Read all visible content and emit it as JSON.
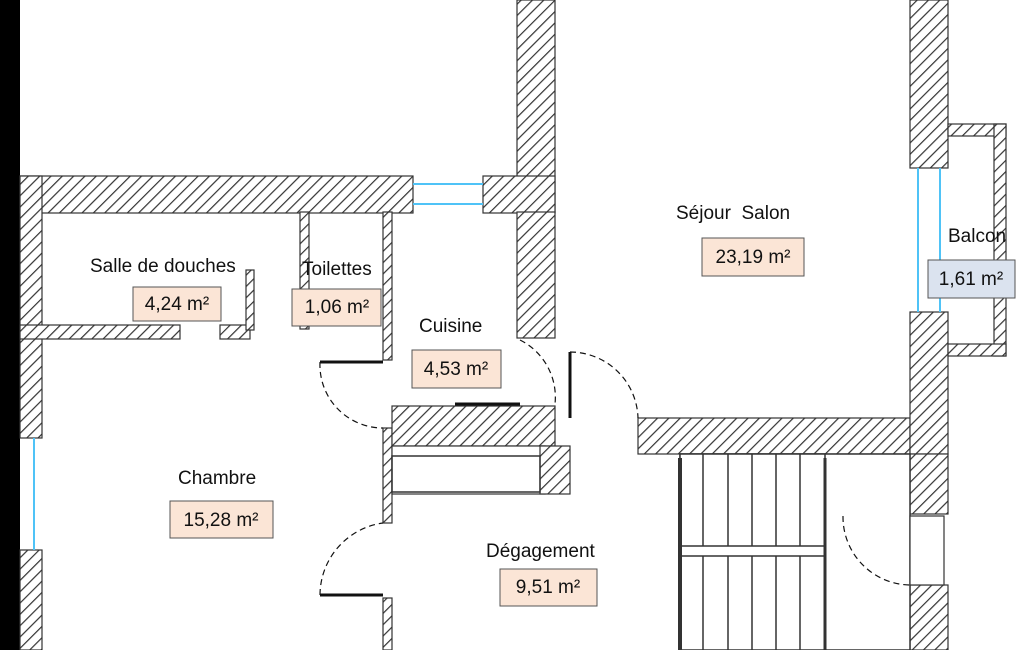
{
  "colors": {
    "background": "#000000",
    "floor": "#ffffff",
    "wall_hatch": "#333333",
    "window": "#4fc3f7",
    "area_box": "#fbe5d6",
    "balcony_box": "#dbe3ef",
    "text": "#111111"
  },
  "rooms": {
    "salle_de_douches": {
      "name": "Salle de douches",
      "area": "4,24 m²"
    },
    "toilettes": {
      "name": "Toilettes",
      "area": "1,06 m²"
    },
    "cuisine": {
      "name": "Cuisine",
      "area": "4,53 m²"
    },
    "sejour": {
      "name": "Séjour  Salon",
      "area": "23,19 m²"
    },
    "balcon": {
      "name": "Balcon",
      "area": "1,61 m²"
    },
    "chambre": {
      "name": "Chambre",
      "area": "15,28 m²"
    },
    "degagement": {
      "name": "Dégagement",
      "area": "9,51 m²"
    }
  }
}
